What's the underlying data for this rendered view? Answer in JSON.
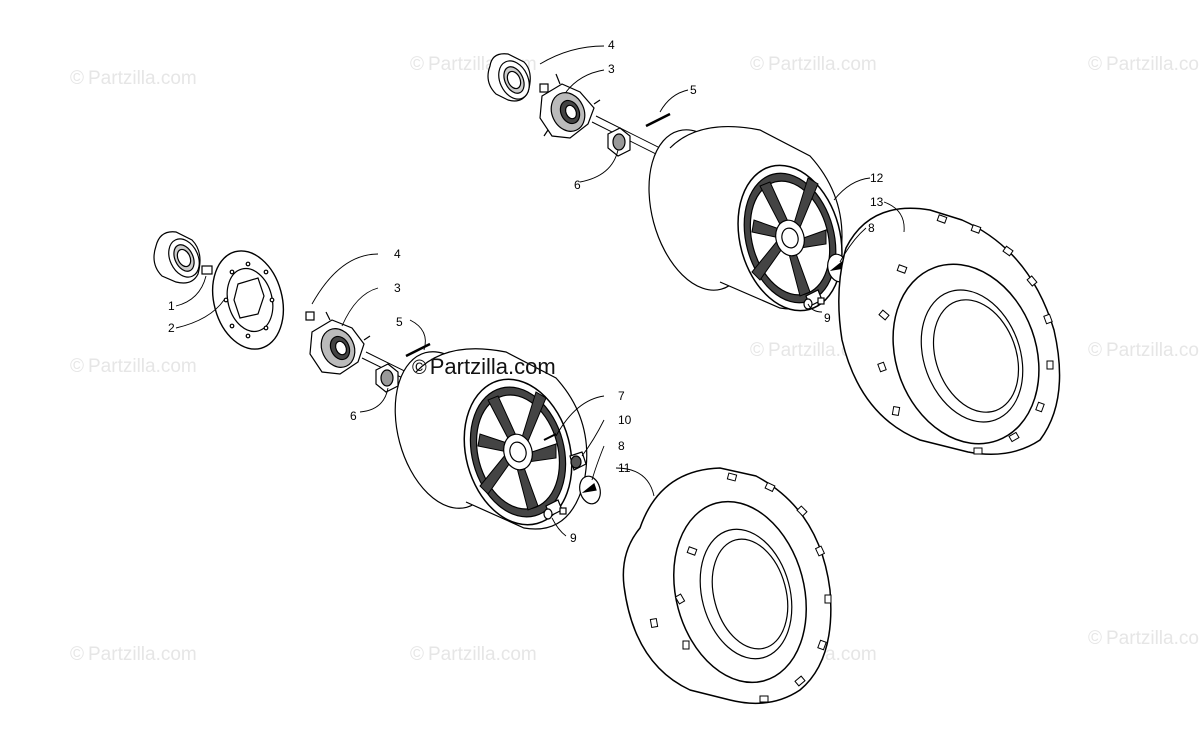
{
  "watermark": {
    "symbol": "©",
    "text": "Partzilla.com"
  },
  "center_watermark": {
    "symbol": "©",
    "text": "Partzilla.com"
  },
  "callouts": {
    "c1": "1",
    "c2": "2",
    "c3a": "3",
    "c3b": "3",
    "c4a": "4",
    "c4b": "4",
    "c5a": "5",
    "c5b": "5",
    "c6a": "6",
    "c6b": "6",
    "c7": "7",
    "c8a": "8",
    "c8b": "8",
    "c9a": "9",
    "c9b": "9",
    "c10": "10",
    "c11": "11",
    "c12": "12",
    "c13": "13"
  }
}
